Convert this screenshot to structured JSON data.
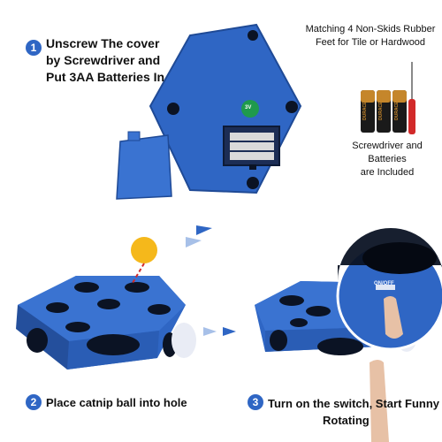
{
  "steps": [
    {
      "number": "1",
      "text_lines": [
        "Unscrew The cover",
        "by Screwdriver and",
        "Put 3AA Batteries In"
      ]
    },
    {
      "number": "2",
      "text_lines": [
        "Place catnip ball into hole"
      ]
    },
    {
      "number": "3",
      "text_lines": [
        "Turn on the switch, Start Funny",
        "Rotating"
      ]
    }
  ],
  "notes": {
    "rubber_feet": [
      "Matching 4 Non-Skids Rubber",
      "Feet for Tile or Hardwood"
    ],
    "included": [
      "Screwdriver and Batteries",
      "are Included"
    ]
  },
  "product_labels": {
    "battery_brand": "DURACELL",
    "switch_label": "ON/OFF",
    "green_sticker": "3V"
  },
  "colors": {
    "product_blue": "#2f66c4",
    "product_blue_dark": "#1f4a96",
    "step_badge": "#2f66c4",
    "accent_arrow": "#2f66c4"
  }
}
